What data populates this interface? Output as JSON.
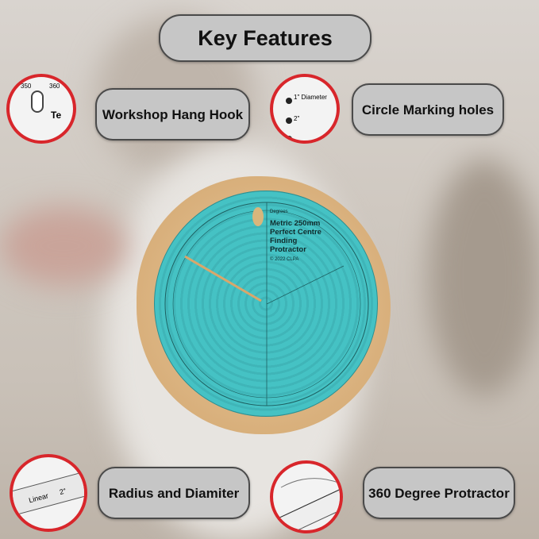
{
  "title": "Key Features",
  "features": [
    {
      "label": "Workshop Hang Hook",
      "icon": "hang-hook"
    },
    {
      "label": "Circle Marking holes",
      "icon": "circle-marking"
    },
    {
      "label": "Radius and Diamiter",
      "icon": "ruler"
    },
    {
      "label": "360 Degree Protractor",
      "icon": "protractor-scale"
    }
  ],
  "product": {
    "heading": "Degrees",
    "name_lines": [
      "Metric 250mm",
      "Perfect Centre",
      "Finding",
      "Protractor"
    ],
    "copyright": "© 2022 CLPA"
  },
  "colors": {
    "accent_border": "#d8262b",
    "protractor": "#45c2c4",
    "pill": "#c6c6c6"
  }
}
